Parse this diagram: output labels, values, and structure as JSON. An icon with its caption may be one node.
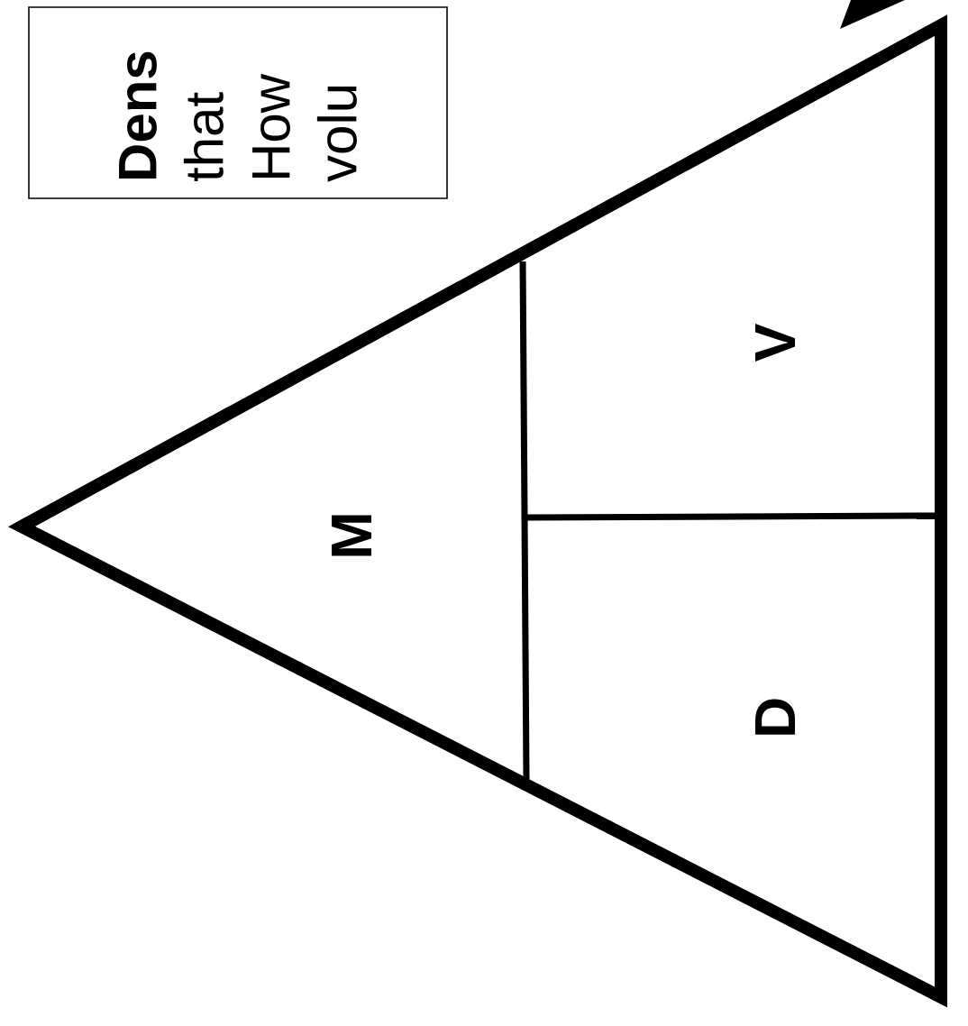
{
  "diagram": {
    "nodes": [
      {
        "text": [
          "**Dens** that How volu"
        ]
      },
      {
        "text": [],
        "shape": "triangle"
      },
      {
        "text": [
          "M"
        ],
        "in": 1
      },
      {
        "text": [
          "D"
        ],
        "in": 1
      },
      {
        "text": [
          "V"
        ],
        "in": 1
      }
    ]
  }
}
